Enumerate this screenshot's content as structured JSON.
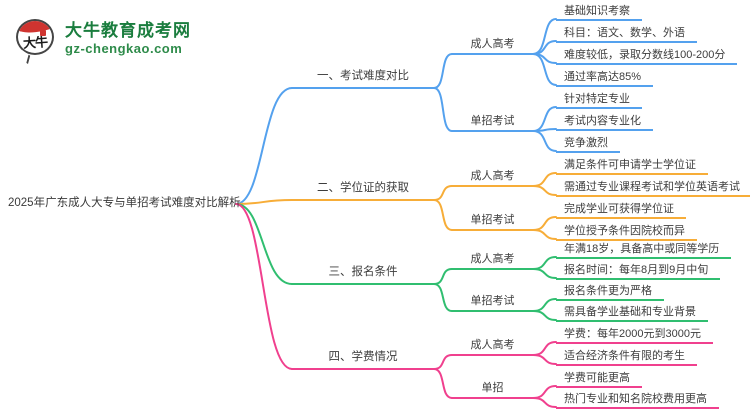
{
  "logo": {
    "badge_text": "大牛",
    "site_name": "大牛教育成考网",
    "domain": "gz-chengkao.com"
  },
  "root": {
    "title": "2025年广东成人大专与单招考试难度对比解析"
  },
  "colors": {
    "branch_blue": "#54A1EE",
    "branch_orange": "#F7AD38",
    "branch_green": "#30BE70",
    "branch_pink": "#F0408E",
    "node_text": "#3D3D3D",
    "logo_green": "#1A7D3E",
    "logo_red": "#CF3430"
  },
  "branches": [
    {
      "label": "一、考试难度对比",
      "color": "#54A1EE",
      "children": [
        {
          "label": "成人高考",
          "leaves": [
            "基础知识考察",
            "科目：语文、数学、外语",
            "难度较低，录取分数线100-200分",
            "通过率高达85%"
          ]
        },
        {
          "label": "单招考试",
          "leaves": [
            "针对特定专业",
            "考试内容专业化",
            "竞争激烈"
          ]
        }
      ]
    },
    {
      "label": "二、学位证的获取",
      "color": "#F7AD38",
      "children": [
        {
          "label": "成人高考",
          "leaves": [
            "满足条件可申请学士学位证",
            "需通过专业课程考试和学位英语考试"
          ]
        },
        {
          "label": "单招考试",
          "leaves": [
            "完成学业可获得学位证",
            "学位授予条件因院校而异"
          ]
        }
      ]
    },
    {
      "label": "三、报名条件",
      "color": "#30BE70",
      "children": [
        {
          "label": "成人高考",
          "leaves": [
            "年满18岁，具备高中或同等学历",
            "报名时间：每年8月到9月中旬"
          ]
        },
        {
          "label": "单招考试",
          "leaves": [
            "报名条件更为严格",
            "需具备学业基础和专业背景"
          ]
        }
      ]
    },
    {
      "label": "四、学费情况",
      "color": "#F0408E",
      "children": [
        {
          "label": "成人高考",
          "leaves": [
            "学费：每年2000元到3000元",
            "适合经济条件有限的考生"
          ]
        },
        {
          "label": "单招",
          "leaves": [
            "学费可能更高",
            "热门专业和知名院校费用更高"
          ]
        }
      ]
    }
  ]
}
